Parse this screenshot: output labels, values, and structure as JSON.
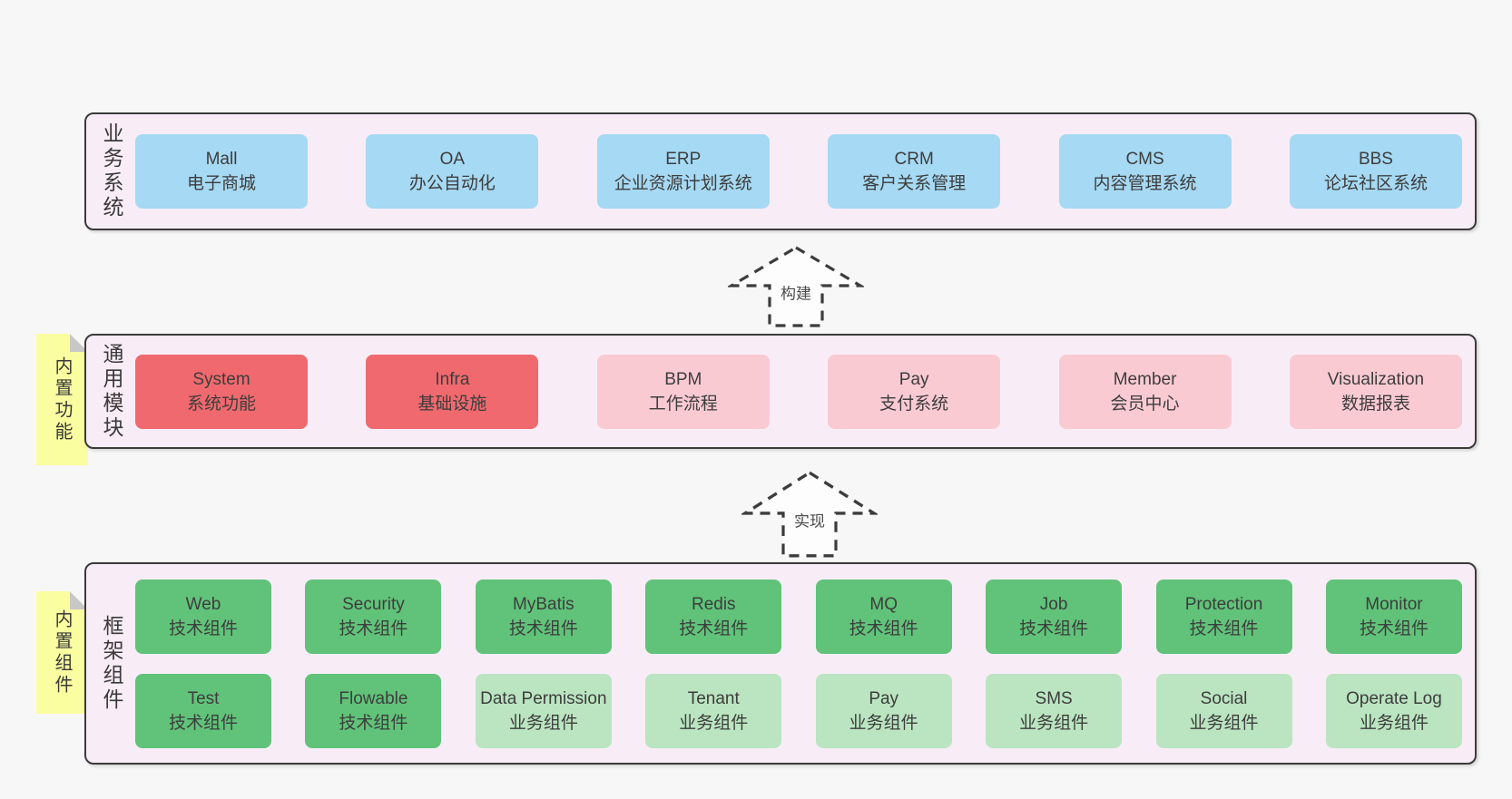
{
  "colors": {
    "canvas_bg": "#f7f7f7",
    "container_bg": "#f8edf7",
    "container_border": "#3b3b3b",
    "blue_box": "#a6d9f3",
    "red_box": "#f0696e",
    "pink_box": "#facad3",
    "green_dark_box": "#60c379",
    "green_light_box": "#bae5c0",
    "sticky_note": "#fbfda1",
    "sticky_fold": "#c8c8c8",
    "text": "#3d3d3d"
  },
  "arrows": {
    "build": {
      "label": "构建"
    },
    "implement": {
      "label": "实现"
    }
  },
  "layers": {
    "business": {
      "label": "业务系统",
      "boxes": [
        {
          "en": "Mall",
          "zh": "电子商城"
        },
        {
          "en": "OA",
          "zh": "办公自动化"
        },
        {
          "en": "ERP",
          "zh": "企业资源计划系统"
        },
        {
          "en": "CRM",
          "zh": "客户关系管理"
        },
        {
          "en": "CMS",
          "zh": "内容管理系统"
        },
        {
          "en": "BBS",
          "zh": "论坛社区系统"
        }
      ]
    },
    "modules": {
      "label": "通用模块",
      "sticky": "内置功能",
      "boxes": [
        {
          "en": "System",
          "zh": "系统功能",
          "variant": "red"
        },
        {
          "en": "Infra",
          "zh": "基础设施",
          "variant": "red"
        },
        {
          "en": "BPM",
          "zh": "工作流程",
          "variant": "pink"
        },
        {
          "en": "Pay",
          "zh": "支付系统",
          "variant": "pink"
        },
        {
          "en": "Member",
          "zh": "会员中心",
          "variant": "pink"
        },
        {
          "en": "Visualization",
          "zh": "数据报表",
          "variant": "pink"
        }
      ]
    },
    "components": {
      "label": "框架组件",
      "sticky": "内置组件",
      "rows": [
        [
          {
            "en": "Web",
            "zh": "技术组件",
            "variant": "green-dark"
          },
          {
            "en": "Security",
            "zh": "技术组件",
            "variant": "green-dark"
          },
          {
            "en": "MyBatis",
            "zh": "技术组件",
            "variant": "green-dark"
          },
          {
            "en": "Redis",
            "zh": "技术组件",
            "variant": "green-dark"
          },
          {
            "en": "MQ",
            "zh": "技术组件",
            "variant": "green-dark"
          },
          {
            "en": "Job",
            "zh": "技术组件",
            "variant": "green-dark"
          },
          {
            "en": "Protection",
            "zh": "技术组件",
            "variant": "green-dark"
          },
          {
            "en": "Monitor",
            "zh": "技术组件",
            "variant": "green-dark"
          }
        ],
        [
          {
            "en": "Test",
            "zh": "技术组件",
            "variant": "green-dark"
          },
          {
            "en": "Flowable",
            "zh": "技术组件",
            "variant": "green-dark"
          },
          {
            "en": "Data Permission",
            "zh": "业务组件",
            "variant": "green-light"
          },
          {
            "en": "Tenant",
            "zh": "业务组件",
            "variant": "green-light"
          },
          {
            "en": "Pay",
            "zh": "业务组件",
            "variant": "green-light"
          },
          {
            "en": "SMS",
            "zh": "业务组件",
            "variant": "green-light"
          },
          {
            "en": "Social",
            "zh": "业务组件",
            "variant": "green-light"
          },
          {
            "en": "Operate Log",
            "zh": "业务组件",
            "variant": "green-light"
          }
        ]
      ]
    }
  }
}
